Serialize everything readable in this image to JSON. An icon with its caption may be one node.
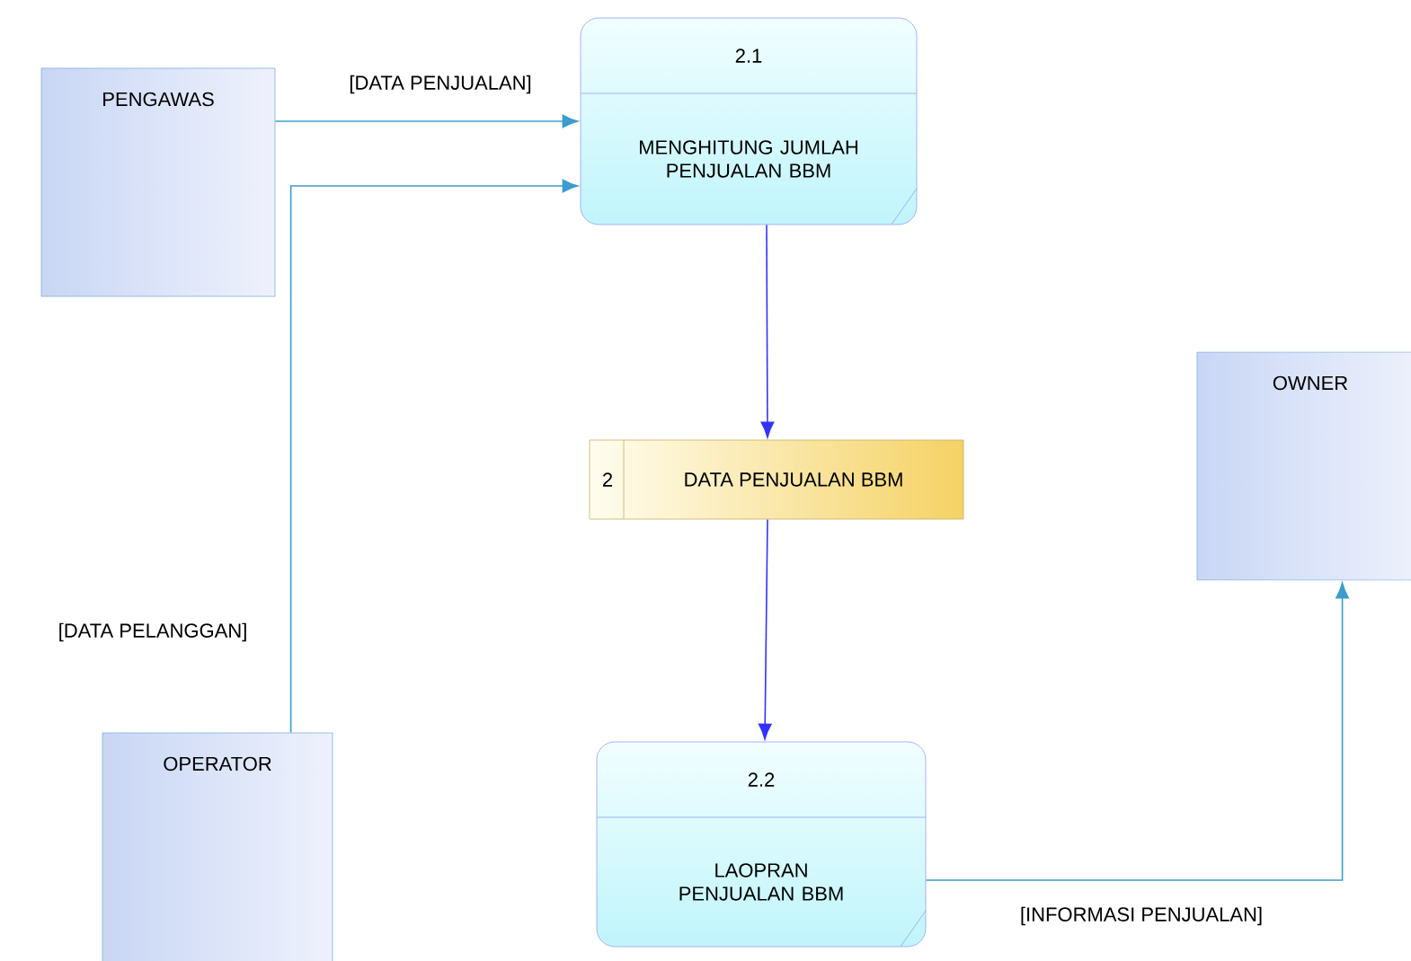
{
  "diagram": {
    "nodes": [
      {
        "text": [
          "PENGAWAS"
        ]
      },
      {
        "text": [
          "2.1",
          "MENGHITUNG JUMLAH PENJUALAN BBM"
        ]
      },
      {
        "text": [
          "OWNER"
        ]
      },
      {
        "text": [
          "2",
          "DATA PENJUALAN BBM"
        ]
      },
      {
        "text": [
          "OPERATOR"
        ]
      },
      {
        "text": [
          "2.2",
          "LAOPRAN PENJUALAN BBM"
        ]
      }
    ],
    "edges": [
      {
        "from": 0,
        "to": 1,
        "arrow": "to",
        "label": "[DATA PENJUALAN]"
      },
      {
        "from": 4,
        "to": 1,
        "arrow": "to",
        "label": "[DATA PELANGGAN]"
      },
      {
        "from": 1,
        "to": 3,
        "arrow": "to",
        "color": "#3333ff"
      },
      {
        "from": 3,
        "to": 5,
        "arrow": "to",
        "color": "#3333ff"
      },
      {
        "from": 5,
        "to": 2,
        "arrow": "to",
        "label": "[INFORMASI PENJUALAN]"
      }
    ]
  }
}
